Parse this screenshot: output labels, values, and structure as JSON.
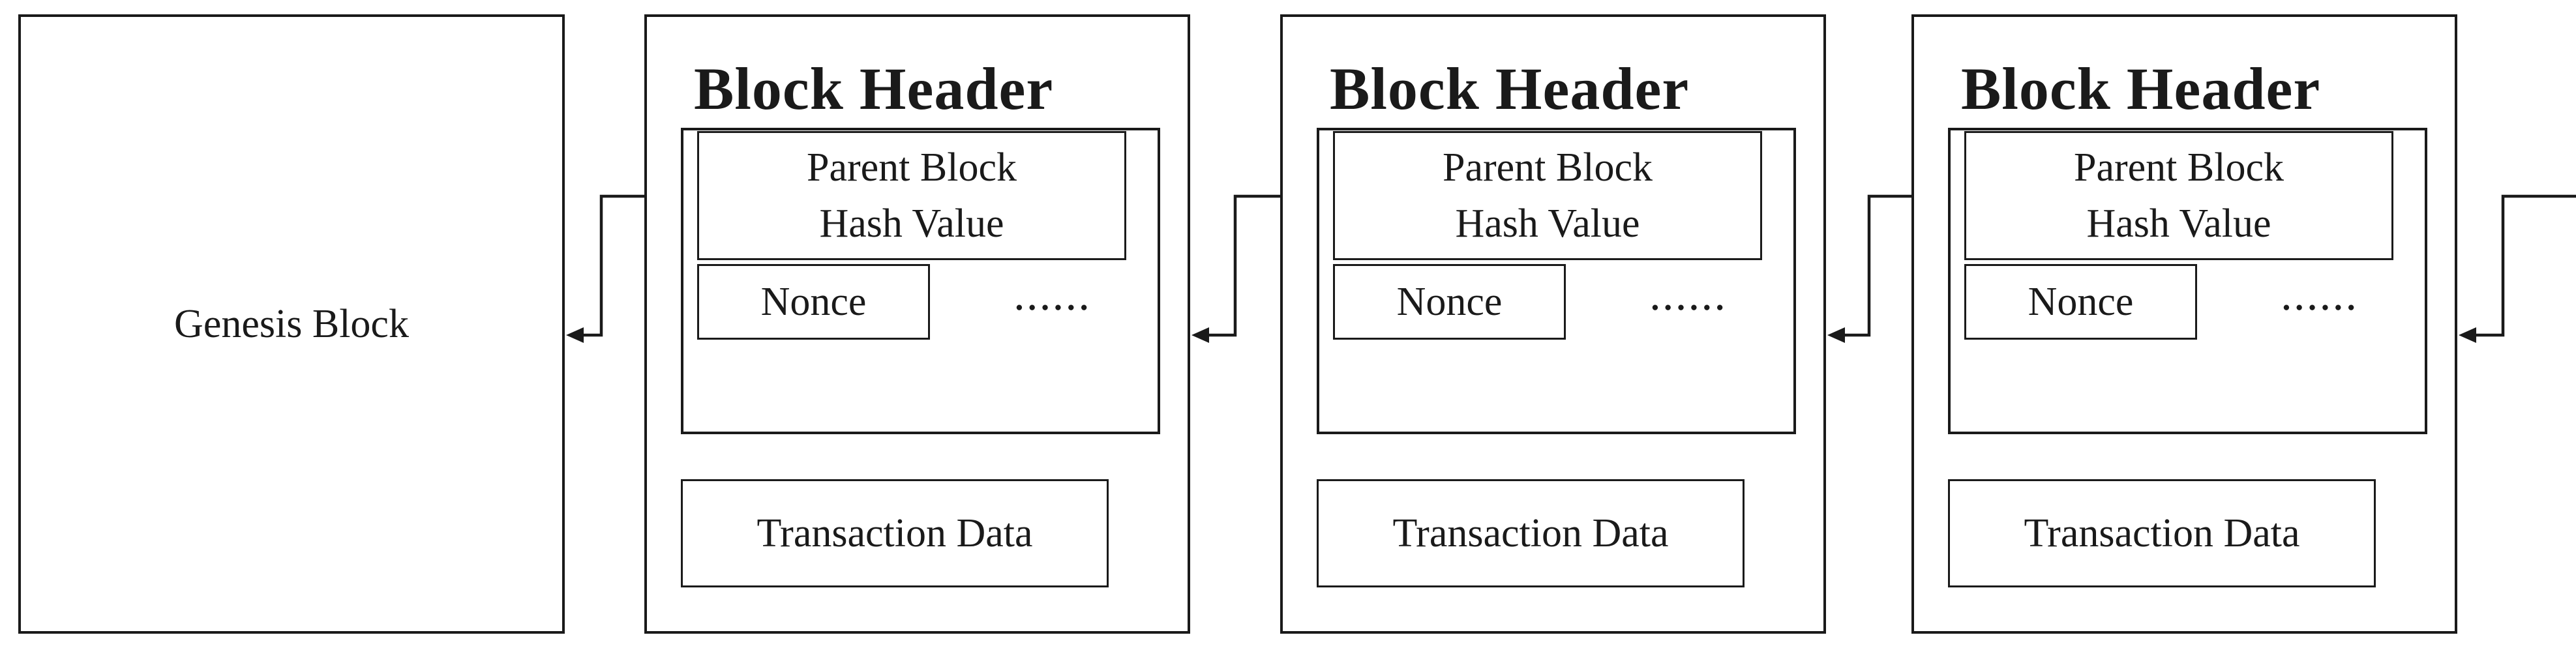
{
  "diagram": {
    "background_color": "#ffffff",
    "line_color": "#1a1a1a",
    "genesis_block": {
      "label": "Genesis Block"
    },
    "blocks": [
      {
        "header_title": "Block Header",
        "parent_hash_line1": "Parent Block",
        "parent_hash_line2": "Hash Value",
        "nonce_label": "Nonce",
        "ellipsis": "••••••",
        "transaction_label": "Transaction Data"
      },
      {
        "header_title": "Block Header",
        "parent_hash_line1": "Parent Block",
        "parent_hash_line2": "Hash Value",
        "nonce_label": "Nonce",
        "ellipsis": "••••••",
        "transaction_label": "Transaction Data"
      },
      {
        "header_title": "Block Header",
        "parent_hash_line1": "Parent Block",
        "parent_hash_line2": "Hash Value",
        "nonce_label": "Nonce",
        "ellipsis": "••••••",
        "transaction_label": "Transaction Data"
      }
    ]
  }
}
